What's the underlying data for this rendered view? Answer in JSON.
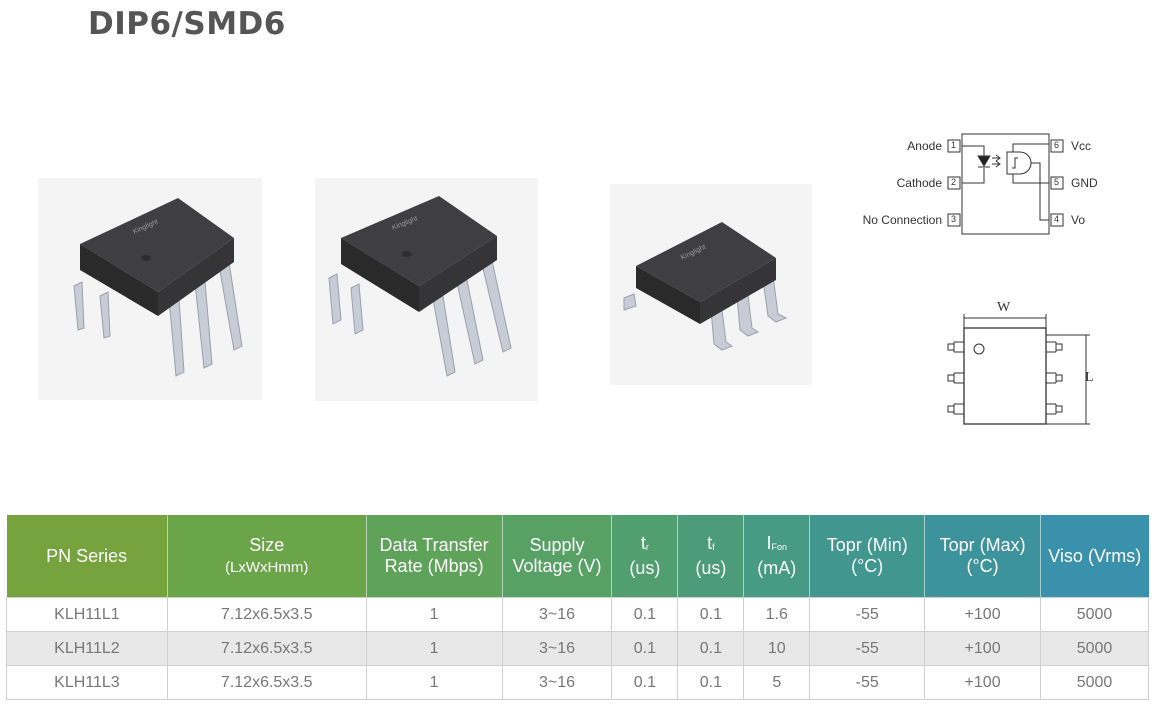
{
  "page": {
    "title": "DIP6/SMD6"
  },
  "photos": [
    {
      "brand": "Kinglight"
    },
    {
      "brand": "Kinglight"
    },
    {
      "brand": "Kinglight"
    }
  ],
  "schematic": {
    "left_pins": [
      {
        "label": "Anode",
        "number": "1"
      },
      {
        "label": "Cathode",
        "number": "2"
      },
      {
        "label": "No Connection",
        "number": "3"
      }
    ],
    "right_pins": [
      {
        "label": "Vcc",
        "number": "6"
      },
      {
        "label": "GND",
        "number": "5"
      },
      {
        "label": "Vo",
        "number": "4"
      }
    ]
  },
  "dimension": {
    "width_label": "W",
    "length_label": "L"
  },
  "table": {
    "headers": {
      "pn": "PN Series",
      "size": "Size",
      "size_sub": "(LxWxHmm)",
      "rate_1": "Data Transfer",
      "rate_2": "Rate (Mbps)",
      "supply_1": "Supply",
      "supply_2": "Voltage (V)",
      "tr_main": "t",
      "tr_sub": "r",
      "tr_unit": "(us)",
      "tf_main": "t",
      "tf_sub": "f",
      "tf_unit": "(us)",
      "ifon_main": "I",
      "ifon_sub": "Fon",
      "ifon_unit": "(mA)",
      "topr_min_1": "Topr (Min)",
      "topr_min_2": "(°C)",
      "topr_max_1": "Topr (Max)",
      "topr_max_2": "(°C)",
      "viso": "Viso (Vrms)"
    },
    "header_colors": [
      "#76a33d",
      "#6ba549",
      "#5fa35a",
      "#58a165",
      "#519f6f",
      "#4c9c79",
      "#479a84",
      "#41968f",
      "#3d939c",
      "#3a91ab"
    ],
    "rows": [
      [
        "KLH11L1",
        "7.12x6.5x3.5",
        "1",
        "3~16",
        "0.1",
        "0.1",
        "1.6",
        "-55",
        "+100",
        "5000"
      ],
      [
        "KLH11L2",
        "7.12x6.5x3.5",
        "1",
        "3~16",
        "0.1",
        "0.1",
        "10",
        "-55",
        "+100",
        "5000"
      ],
      [
        "KLH11L3",
        "7.12x6.5x3.5",
        "1",
        "3~16",
        "0.1",
        "0.1",
        "5",
        "-55",
        "+100",
        "5000"
      ]
    ]
  }
}
